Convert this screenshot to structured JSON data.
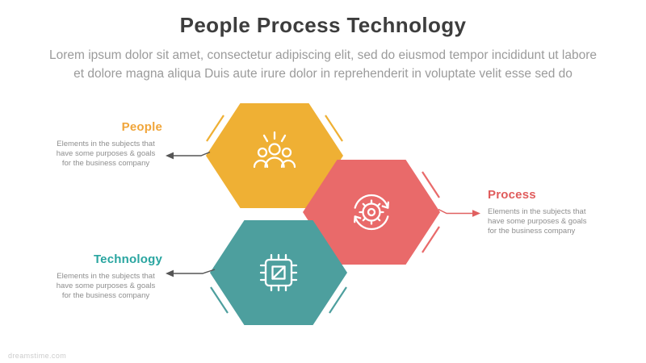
{
  "header": {
    "title": "People Process Technology",
    "subtitle_line1": "Lorem ipsum dolor sit amet, consectetur adipiscing elit, sed do eiusmod tempor incididunt ut labore",
    "subtitle_line2": "et dolore magna aliqua Duis aute irure dolor in reprehenderit in voluptate velit esse sed do"
  },
  "items": [
    {
      "label": "People",
      "icon": "people-group-icon",
      "hex_color": "#efb034",
      "label_color": "#f0a53a",
      "desc_lines": [
        "Elements in the subjects that",
        "have  some purposes & goals",
        "for the  business company"
      ]
    },
    {
      "label": "Process",
      "icon": "gear-sync-icon",
      "hex_color": "#e96a6a",
      "label_color": "#e05c5c",
      "desc_lines": [
        "Elements in the subjects that",
        "have  some purposes & goals",
        "for the  business company"
      ]
    },
    {
      "label": "Technology",
      "icon": "cpu-chip-icon",
      "hex_color": "#4d9f9e",
      "label_color": "#29a5a0",
      "desc_lines": [
        "Elements in the subjects that",
        "have  some purposes & goals",
        "for the  business company"
      ]
    }
  ],
  "arrow_colors": {
    "people": "#555555",
    "process": "#e06060",
    "technology": "#555555"
  },
  "watermark": "dreamstime.com"
}
